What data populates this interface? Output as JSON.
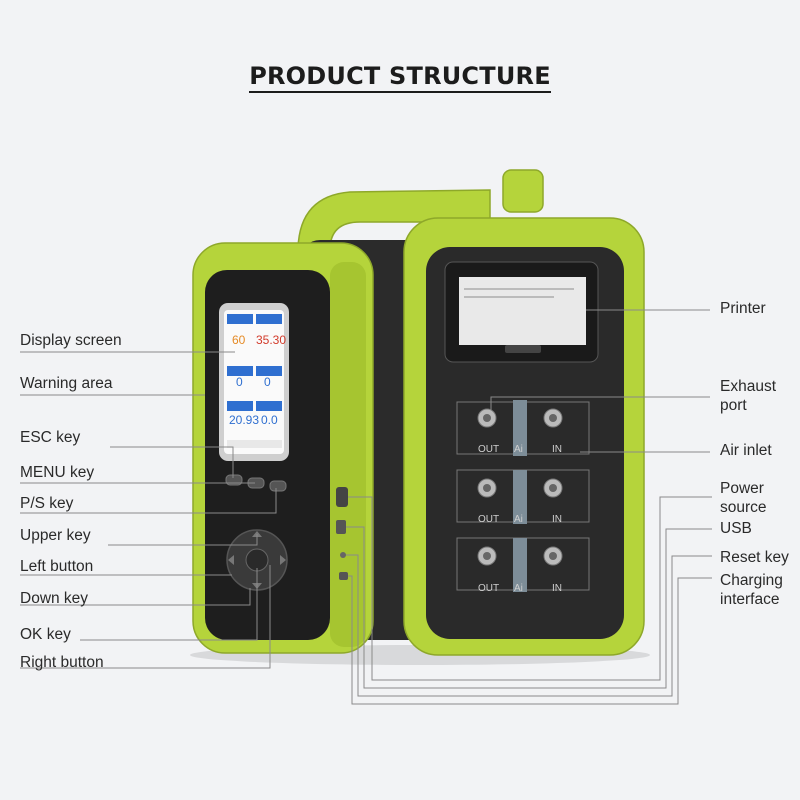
{
  "title": "PRODUCT STRUCTURE",
  "labels_left": [
    "Display screen",
    "Warning area",
    "ESC key",
    "MENU key",
    "P/S key",
    "Upper key",
    "Left button",
    "Down key",
    "OK key",
    "Right button"
  ],
  "labels_right": {
    "printer": "Printer",
    "exhaust": [
      "Exhaust",
      "port"
    ],
    "air_inlet": "Air inlet",
    "power": [
      "Power",
      "source"
    ],
    "usb": "USB",
    "reset": "Reset key",
    "charging": [
      "Charging",
      "interface"
    ]
  },
  "display_readings": [
    "60",
    "35.30",
    "0",
    "0",
    "20.93",
    "0.0"
  ],
  "port_labels": {
    "out": "OUT",
    "in": "IN",
    "ai": "Ai"
  },
  "colors": {
    "housing": "#b5d43b",
    "body": "#2b2b2b",
    "leader": "#8a8a8a"
  }
}
